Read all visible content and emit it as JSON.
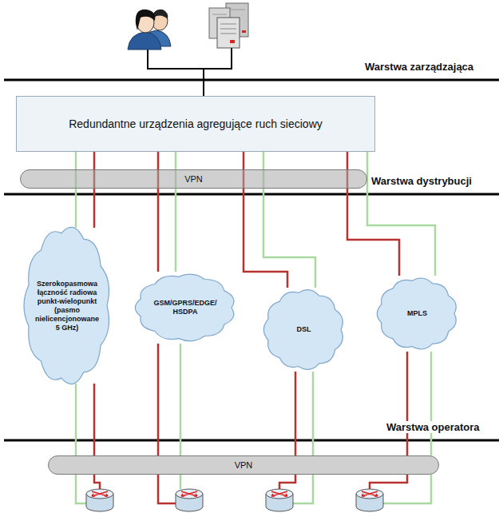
{
  "diagram": {
    "nodes": [
      {
        "text": [
          "Redundantne urządzenia agregujące ruch sieciowy"
        ]
      },
      {
        "text": [
          "VPN"
        ]
      },
      {
        "text": [
          "Szerokopasmowa łączność radiowa punkt-wielopunkt (pasmo nielicencjonowane 5 GHz)"
        ]
      },
      {
        "text": [
          "GSM/GPRS/EDGE/ HSDPA"
        ]
      },
      {
        "text": [
          "DSL"
        ]
      },
      {
        "text": [
          "MPLS"
        ]
      },
      {
        "text": [
          "VPN"
        ]
      }
    ],
    "edges": [
      {
        "from": 0,
        "to": 2,
        "arrow": "none"
      },
      {
        "from": 0,
        "to": 2,
        "arrow": "none"
      },
      {
        "from": 0,
        "to": 3,
        "arrow": "none"
      },
      {
        "from": 0,
        "to": 3,
        "arrow": "none"
      },
      {
        "from": 0,
        "to": 4,
        "arrow": "none"
      },
      {
        "from": 0,
        "to": 4,
        "arrow": "none"
      },
      {
        "from": 0,
        "to": 5,
        "arrow": "none"
      },
      {
        "from": 0,
        "to": 5,
        "arrow": "none"
      },
      {
        "from": 2,
        "to": 6,
        "arrow": "none"
      },
      {
        "from": 2,
        "to": 6,
        "arrow": "none"
      },
      {
        "from": 3,
        "to": 6,
        "arrow": "none"
      },
      {
        "from": 3,
        "to": 6,
        "arrow": "none"
      },
      {
        "from": 4,
        "to": 6,
        "arrow": "none"
      },
      {
        "from": 4,
        "to": 6,
        "arrow": "none"
      },
      {
        "from": 5,
        "to": 6,
        "arrow": "none"
      },
      {
        "from": 5,
        "to": 6,
        "arrow": "none"
      }
    ],
    "labels": [
      "Warstwa zarządzająca",
      "Warstwa dystrybucji",
      "Warstwa operatora"
    ]
  }
}
